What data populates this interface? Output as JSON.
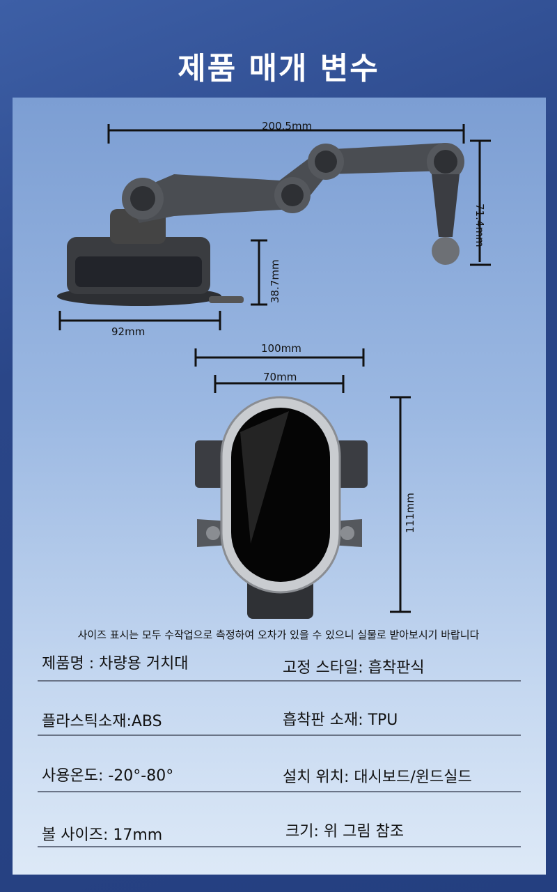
{
  "title": "제품 매개 변수",
  "dimensions": {
    "arm_length": "200.5mm",
    "arm_height": "71.4mm",
    "base_height": "38.7mm",
    "base_width": "92mm",
    "clamp_outer": "100mm",
    "clamp_inner": "70mm",
    "holder_height": "111mm"
  },
  "note": "사이즈 표시는 모두 수작업으로 측정하여 오차가 있을 수 있으니 실물로 받아보시기 바랍니다",
  "specs": [
    {
      "left": "제품명 : 차량용 거치대",
      "right": "고정 스타일: 흡착판식"
    },
    {
      "left": "플라스틱소재:ABS",
      "right": "흡착판 소재: TPU"
    },
    {
      "left": "사용온도: -20°-80°",
      "right": "설치 위치: 대시보드/윈드실드"
    },
    {
      "left": "볼 사이즈: 17mm",
      "right": "크기: 위 그림 참조"
    }
  ]
}
